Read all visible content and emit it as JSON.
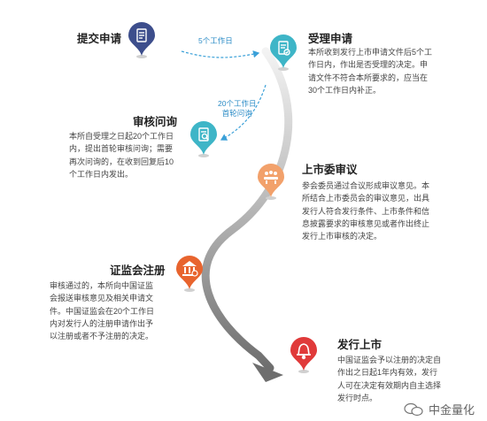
{
  "steps": [
    {
      "id": "submit",
      "title": "提交申请",
      "color": "#3d4e8c",
      "icon": "document-pen-icon"
    },
    {
      "id": "accept",
      "title": "受理申请",
      "color": "#3eb5c7",
      "icon": "document-check-icon",
      "desc": [
        "本所收到发行上市申请文件后5个工",
        "作日内，作出是否受理的决定。申",
        "请文件不符合本所要求的，应当在",
        "30个工作日内补正。"
      ]
    },
    {
      "id": "review",
      "title": "审核问询",
      "color": "#3eb5c7",
      "icon": "document-search-icon",
      "desc": [
        "本所自受理之日起20个工作日",
        "内，提出首轮审核问询；需要",
        "再次问询的，在收到回复后10",
        "个工作日内发出。"
      ]
    },
    {
      "id": "committee",
      "title": "上市委审议",
      "color": "#f2a16b",
      "icon": "meeting-icon",
      "desc": [
        "参会委员通过合议形成审议意见。本",
        "所结合上市委员会的审议意见，出具",
        "发行人符合发行条件、上市条件和信",
        "息披露要求的审核意见或者作出终止",
        "发行上市审核的决定。"
      ]
    },
    {
      "id": "csrc",
      "title": "证监会注册",
      "color": "#e8642e",
      "icon": "government-building-icon",
      "desc": [
        "审核通过的，本所向中国证监",
        "会报送审核意见及相关申请文",
        "件。中国证监会在20个工作日",
        "内对发行人的注册申请作出予",
        "以注册或者不予注册的决定。"
      ]
    },
    {
      "id": "listing",
      "title": "发行上市",
      "color": "#e03a3a",
      "icon": "bell-icon",
      "desc": [
        "中国证监会予以注册的决定自",
        "作出之日起1年内有效，发行",
        "人可在决定有效期内自主选择",
        "发行时点。"
      ]
    }
  ],
  "arrows": {
    "submit_to_accept": "5个工作日",
    "accept_to_review": [
      "20个工作日",
      "首轮问询"
    ]
  },
  "watermark": {
    "text": "中金量化",
    "icon": "wechat-icon"
  }
}
